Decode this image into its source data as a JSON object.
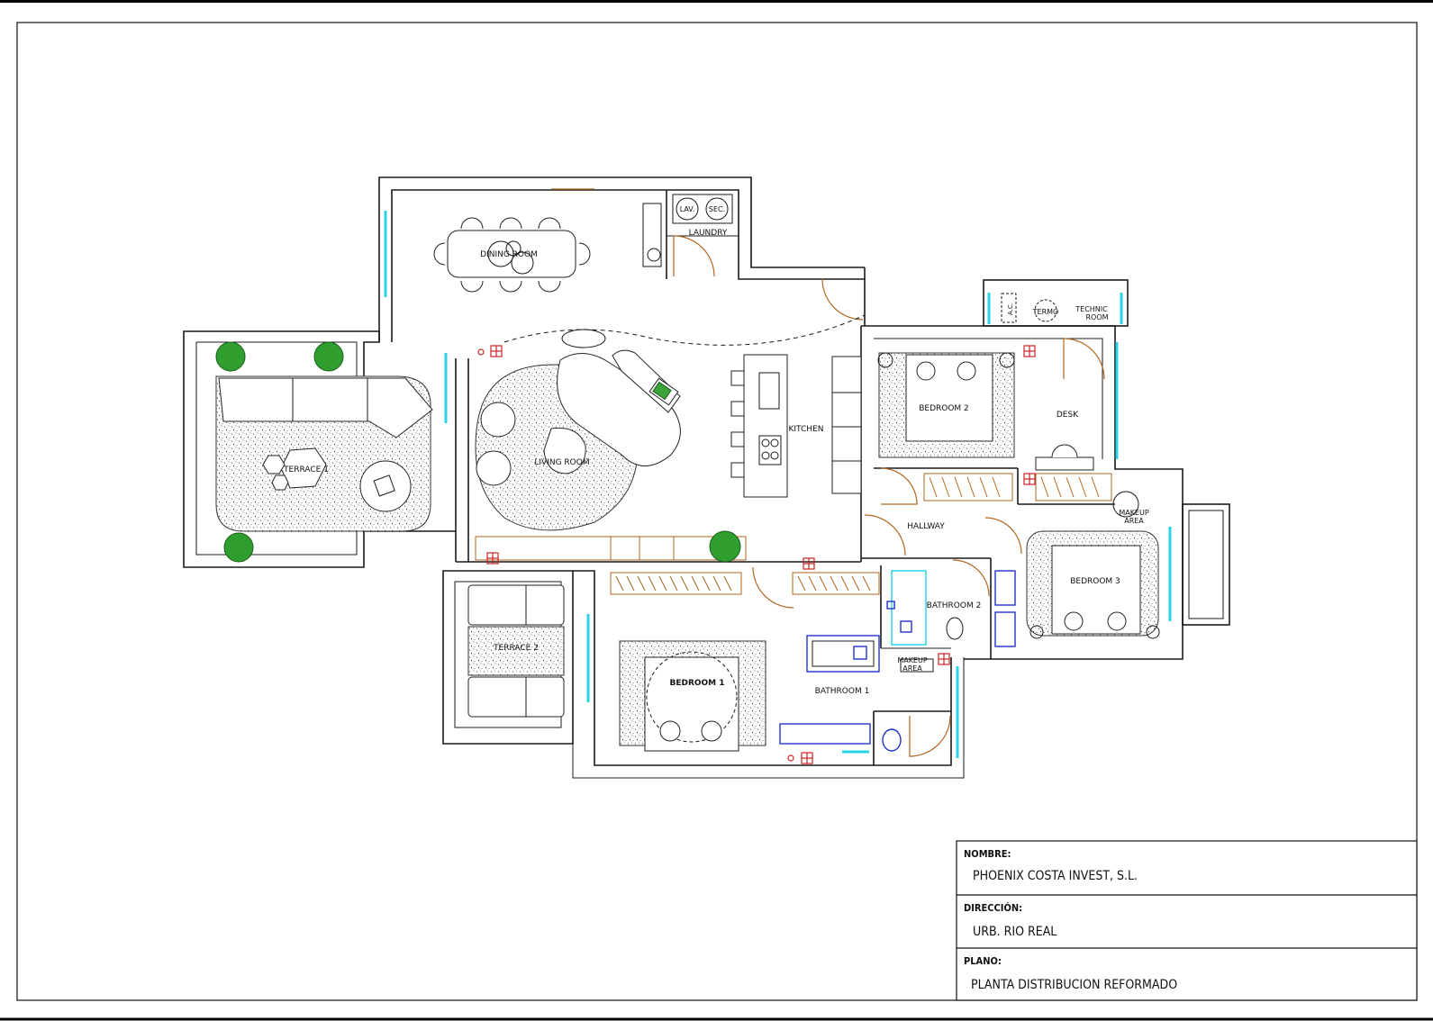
{
  "rooms": {
    "dining_room": "DINING ROOM",
    "laundry": "LAUNDRY",
    "lav": "LAV.",
    "sec": "SEC.",
    "ac": "A.C.",
    "termo": "TERMO",
    "technic_room_1": "TECHNIC",
    "technic_room_2": "ROOM",
    "terrace_1": "TERRACE 1",
    "living_room": "LIVING ROOM",
    "kitchen": "KITCHEN",
    "bedroom_2": "BEDROOM 2",
    "desk": "DESK",
    "hallway": "HALLWAY",
    "makeup_area_1": "MAKEUP",
    "makeup_area_2": "AREA",
    "bedroom_3": "BEDROOM 3",
    "bathroom_2": "BATHROOM 2",
    "terrace_2": "TERRACE 2",
    "bedroom_1": "BEDROOM 1",
    "bathroom_1": "BATHROOM 1",
    "makeup_small_1": "MAKEUP",
    "makeup_small_2": "AREA"
  },
  "title_block": {
    "nombre_label": "NOMBRE:",
    "nombre_value": "PHOENIX COSTA INVEST, S.L.",
    "direccion_label": "DIRECCIÓN:",
    "direccion_value": "URB. RIO REAL",
    "plano_label": "PLANO:",
    "plano_value": "PLANTA DISTRIBUCION REFORMADO"
  },
  "colors": {
    "walls": "#1a1a1a",
    "glazing": "#2ad4e6",
    "doors_and_wardrobes": "#b0661f",
    "plants": "#2f9e2f",
    "fixtures_blue": "#2233cc",
    "electrical_red": "#cc2222"
  }
}
